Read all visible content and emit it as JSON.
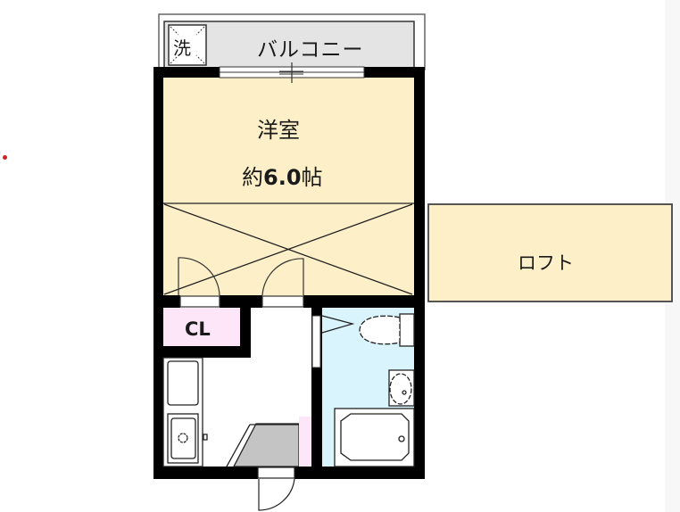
{
  "floor_plan": {
    "rooms": {
      "balcony": {
        "label": "バルコニー",
        "color": "#e4e4e4"
      },
      "washer": {
        "label": "洗"
      },
      "western_room": {
        "name": "洋室",
        "size_prefix": "約",
        "size_value": "6.0",
        "size_unit": "帖",
        "color": "#fdefc8"
      },
      "loft": {
        "label": "ロフト",
        "color": "#fdefc8"
      },
      "closet": {
        "label": "CL",
        "color": "#fce6f8"
      },
      "bathroom": {
        "color": "#d9f4fc"
      },
      "kitchen": {
        "color": "#ffffff"
      },
      "entrance": {
        "color": "#c4c4c4"
      }
    },
    "colors": {
      "wall": "#000000",
      "line": "#222222",
      "shoe_box": "#fce6f8",
      "marker": "#d42020"
    }
  }
}
